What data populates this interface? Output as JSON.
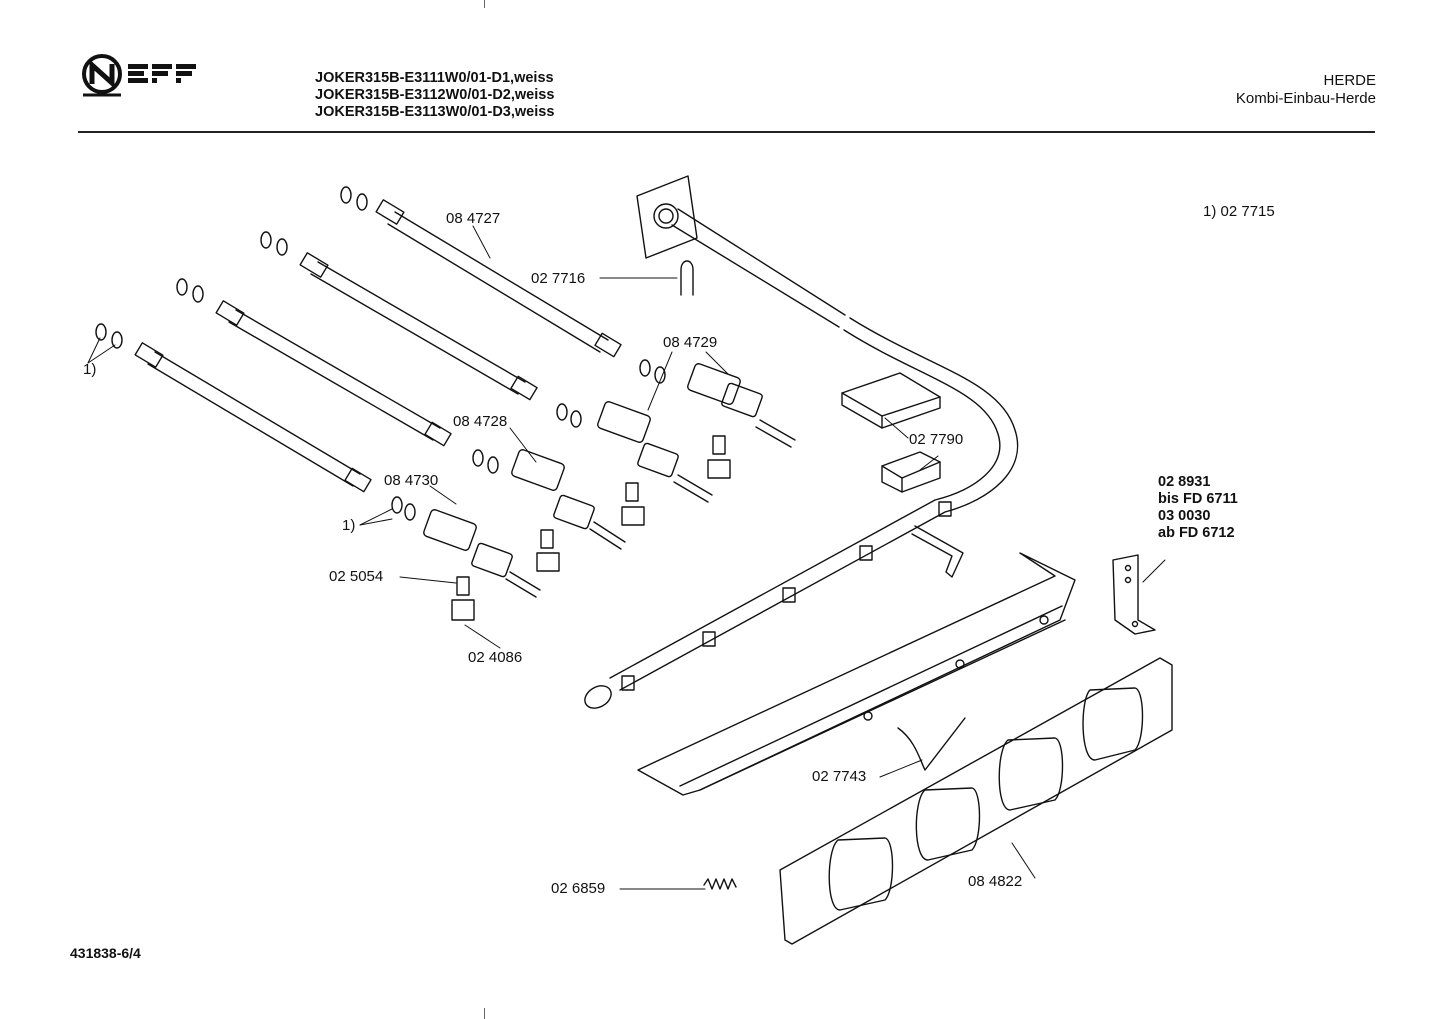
{
  "brand": "NEFF",
  "header": {
    "models": [
      "JOKER315B-E3111W0/01-D1,weiss",
      "JOKER315B-E3112W0/01-D2,weiss",
      "JOKER315B-E3113W0/01-D3,weiss"
    ],
    "category": "HERDE",
    "subcategory": "Kombi-Einbau-Herde"
  },
  "footnote": "1)  02 7715",
  "variant_note": [
    "02 8931",
    "bis FD 6711",
    "03 0030",
    "ab FD 6712"
  ],
  "doc_number": "431838-6/4",
  "parts": {
    "p084727": "08 4727",
    "p027716": "02 7716",
    "p084729": "08 4729",
    "p084728": "08 4728",
    "p084730": "08 4730",
    "p027790": "02 7790",
    "p025054": "02 5054",
    "p024086": "02 4086",
    "p027743": "02 7743",
    "p026859": "02 6859",
    "p084822": "08 4822",
    "ref1a": "1)",
    "ref1b": "1)"
  }
}
